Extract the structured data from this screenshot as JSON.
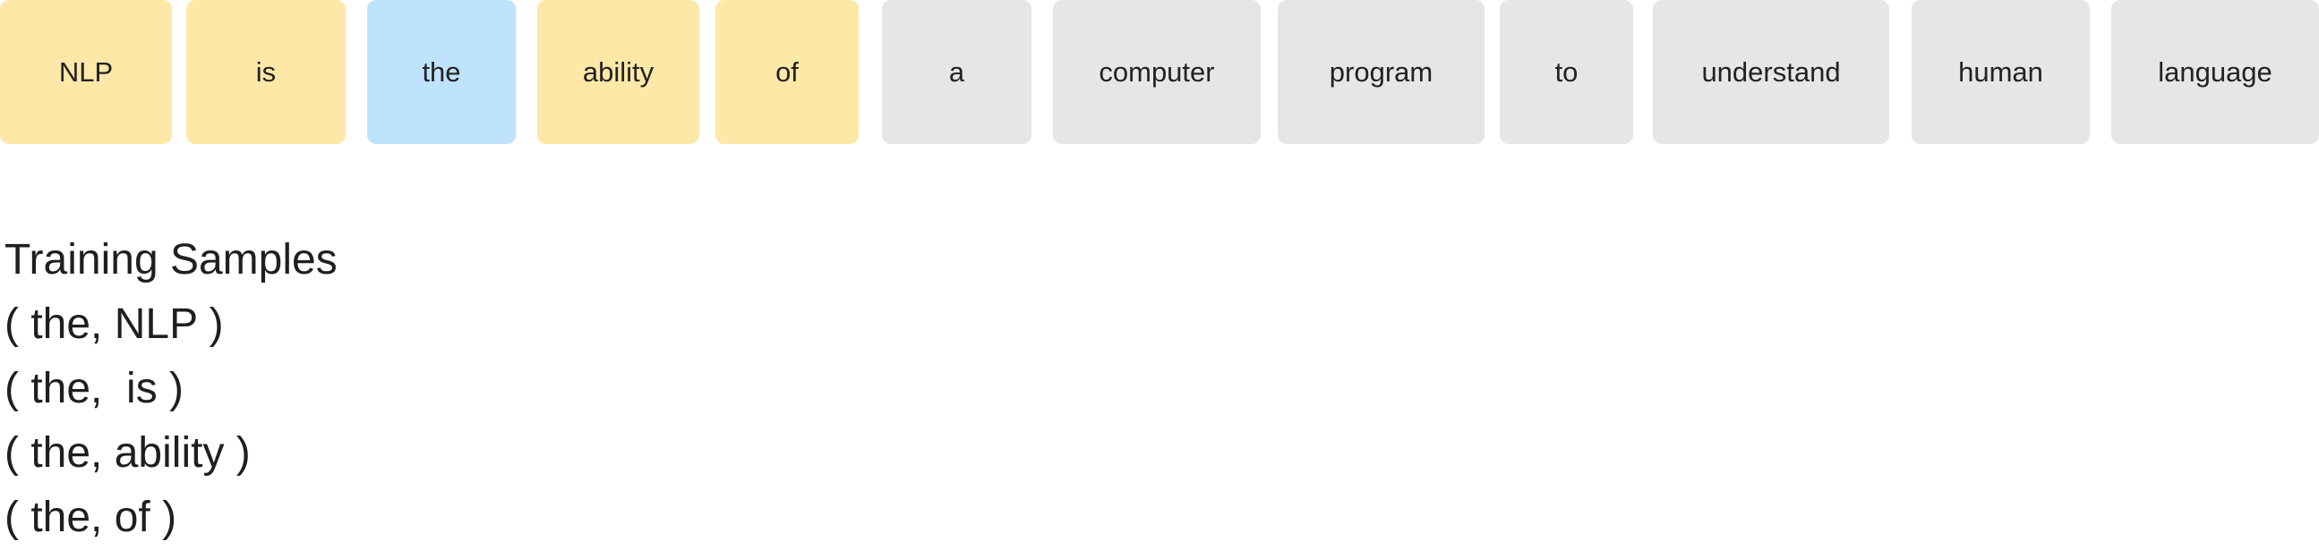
{
  "colors": {
    "context": "#FDE8A8",
    "center": "#BFE3FD",
    "other": "#E6E6E6"
  },
  "tokens": [
    {
      "text": "NLP",
      "role": "context"
    },
    {
      "text": "is",
      "role": "context"
    },
    {
      "text": "the",
      "role": "center"
    },
    {
      "text": "ability",
      "role": "context"
    },
    {
      "text": "of",
      "role": "context"
    },
    {
      "text": "a",
      "role": "other"
    },
    {
      "text": "computer",
      "role": "other"
    },
    {
      "text": "program",
      "role": "other"
    },
    {
      "text": "to",
      "role": "other"
    },
    {
      "text": "understand",
      "role": "other"
    },
    {
      "text": "human",
      "role": "other"
    },
    {
      "text": "language",
      "role": "other"
    }
  ],
  "samples": {
    "title": "Training Samples",
    "items": [
      "( the, NLP )",
      "( the,  is )",
      "( the, ability )",
      "( the, of )"
    ]
  }
}
